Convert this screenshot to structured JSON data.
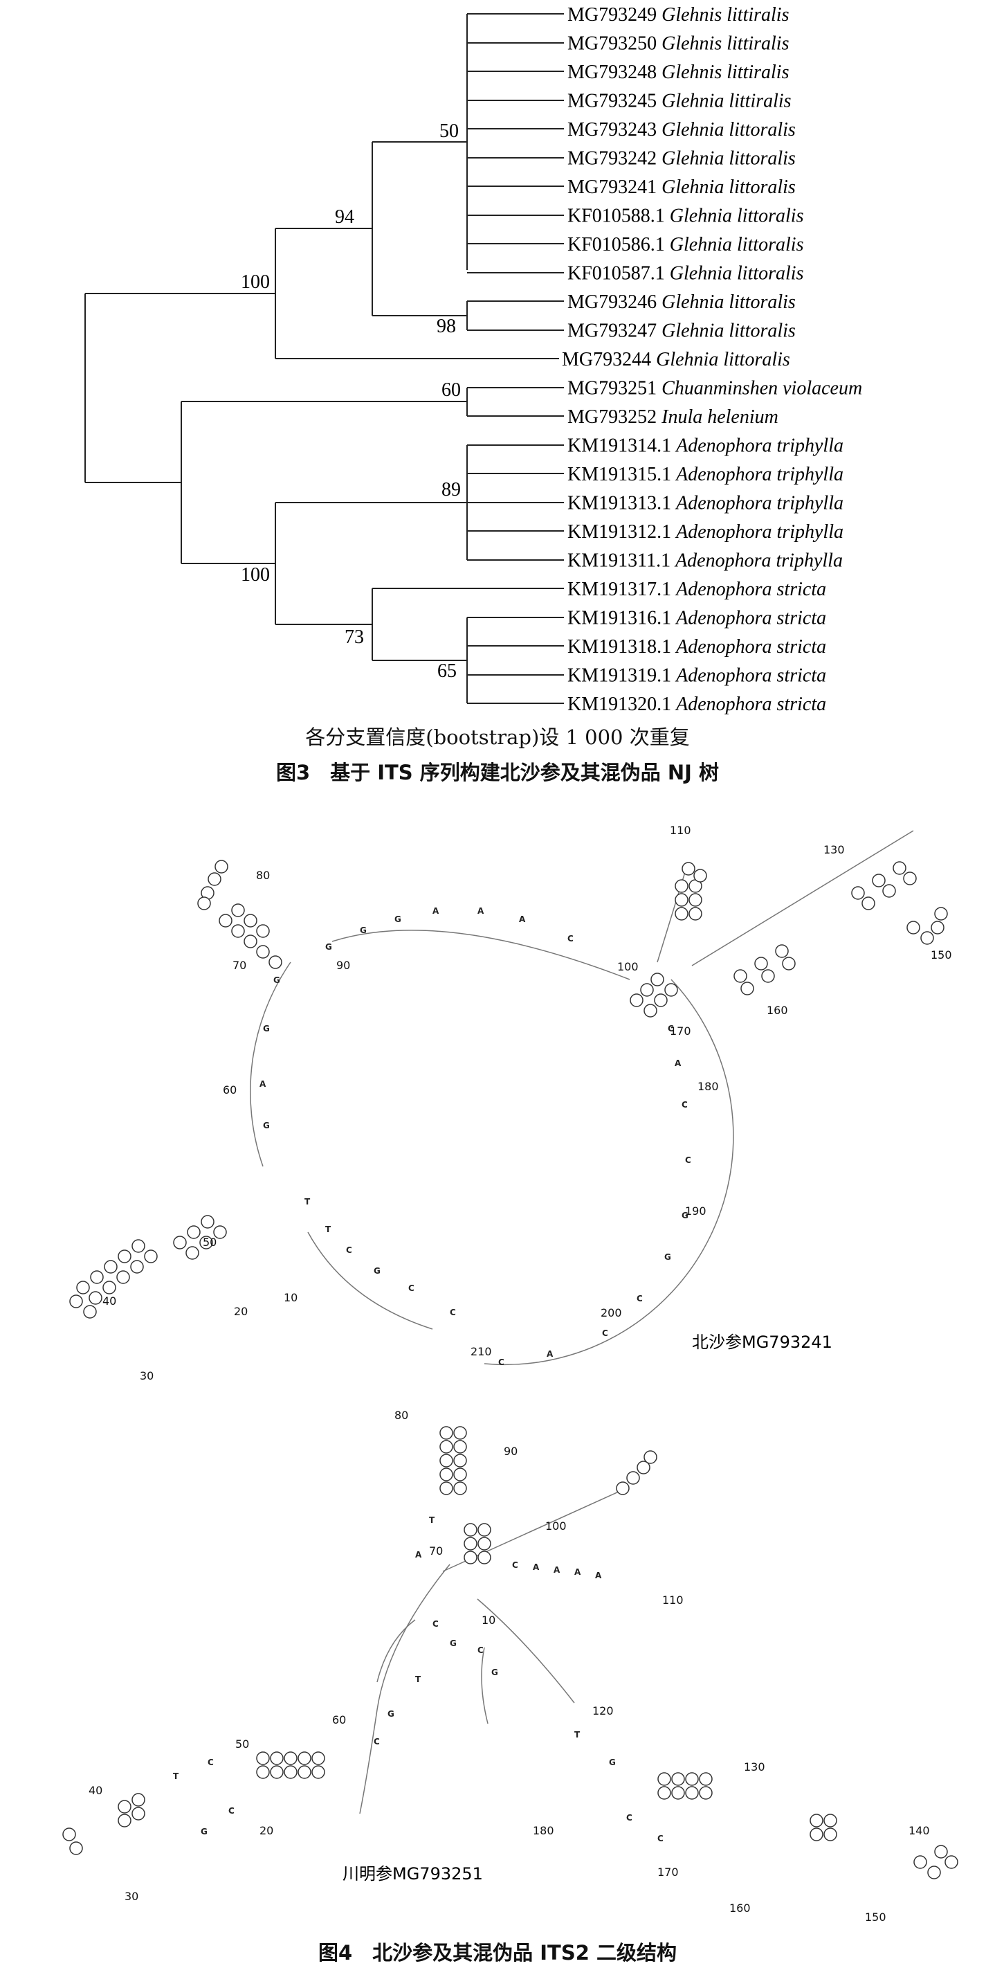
{
  "figure3": {
    "caption": "图3　基于 ITS 序列构建北沙参及其混伪品 NJ 树",
    "bootstrap_note": "各分支置信度(bootstrap)设 1 000 次重复",
    "leaves": [
      {
        "acc": "MG793249",
        "sp": "Glehnis littiralis"
      },
      {
        "acc": "MG793250",
        "sp": "Glehnis littiralis"
      },
      {
        "acc": "MG793248",
        "sp": "Glehnis littiralis"
      },
      {
        "acc": "MG793245",
        "sp": "Glehnia littiralis"
      },
      {
        "acc": "MG793243",
        "sp": "Glehnia littoralis"
      },
      {
        "acc": "MG793242",
        "sp": "Glehnia littoralis"
      },
      {
        "acc": "MG793241",
        "sp": "Glehnia littoralis"
      },
      {
        "acc": "KF010588.1",
        "sp": "Glehnia littoralis"
      },
      {
        "acc": "KF010586.1",
        "sp": "Glehnia littoralis"
      },
      {
        "acc": "KF010587.1",
        "sp": "Glehnia littoralis"
      },
      {
        "acc": "MG793246",
        "sp": "Glehnia littoralis"
      },
      {
        "acc": "MG793247",
        "sp": "Glehnia littoralis"
      },
      {
        "acc": "MG793244",
        "sp": "Glehnia littoralis"
      },
      {
        "acc": "MG793251",
        "sp": "Chuanminshen violaceum"
      },
      {
        "acc": "MG793252",
        "sp": "Inula helenium"
      },
      {
        "acc": "KM191314.1",
        "sp": "Adenophora triphylla"
      },
      {
        "acc": "KM191315.1",
        "sp": "Adenophora triphylla"
      },
      {
        "acc": "KM191313.1",
        "sp": "Adenophora triphylla"
      },
      {
        "acc": "KM191312.1",
        "sp": "Adenophora triphylla"
      },
      {
        "acc": "KM191311.1",
        "sp": "Adenophora triphylla"
      },
      {
        "acc": "KM191317.1",
        "sp": "Adenophora stricta"
      },
      {
        "acc": "KM191316.1",
        "sp": "Adenophora stricta"
      },
      {
        "acc": "KM191318.1",
        "sp": "Adenophora stricta"
      },
      {
        "acc": "KM191319.1",
        "sp": "Adenophora stricta"
      },
      {
        "acc": "KM191320.1",
        "sp": "Adenophora stricta"
      }
    ],
    "bootstrap_values": [
      "50",
      "94",
      "100",
      "98",
      "60",
      "89",
      "100",
      "73",
      "65"
    ]
  },
  "figure4": {
    "caption": "图4　北沙参及其混伪品 ITS2 二级结构",
    "struct1": {
      "label": "北沙参MG793241",
      "positions": [
        "10",
        "20",
        "30",
        "40",
        "50",
        "60",
        "70",
        "80",
        "90",
        "100",
        "110",
        "130",
        "150",
        "160",
        "170",
        "180",
        "190",
        "200",
        "210"
      ]
    },
    "struct2": {
      "label": "川明参MG793251",
      "positions": [
        "10",
        "20",
        "30",
        "40",
        "50",
        "60",
        "70",
        "80",
        "90",
        "100",
        "110",
        "120",
        "130",
        "140",
        "150",
        "160",
        "170",
        "180"
      ]
    }
  }
}
